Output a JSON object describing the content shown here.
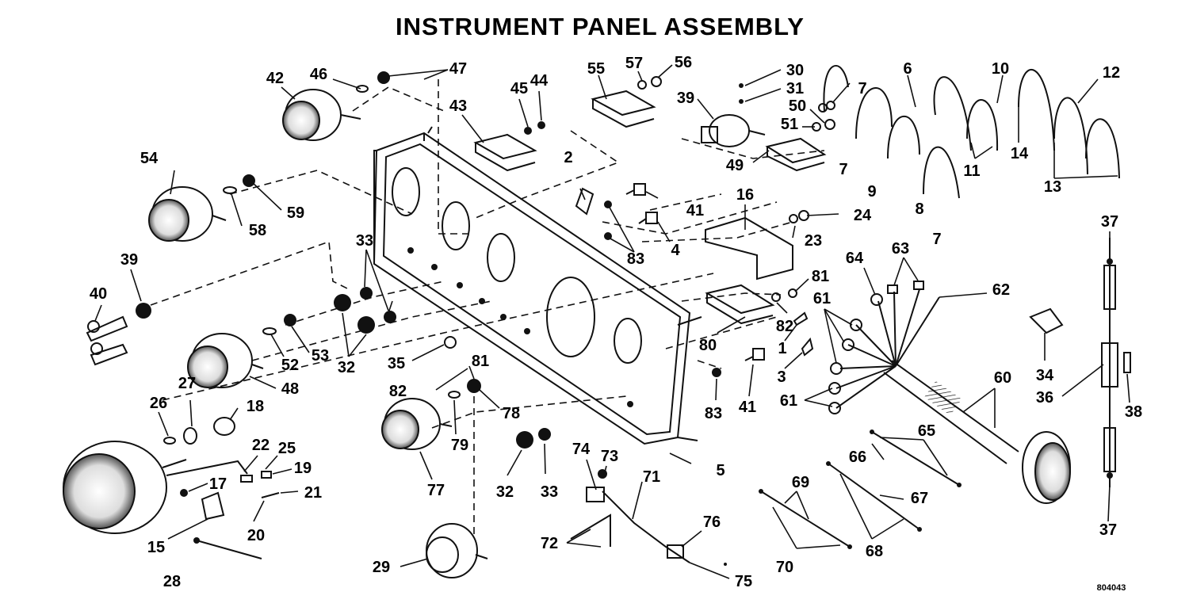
{
  "title": "INSTRUMENT PANEL ASSEMBLY",
  "drawing_code": "804043",
  "colors": {
    "ink": "#111111",
    "background": "#ffffff"
  },
  "callouts": {
    "n1": "1",
    "n2": "2",
    "n3": "3",
    "n4": "4",
    "n5": "5",
    "n6": "6",
    "n7a": "7",
    "n7b": "7",
    "n7c": "7",
    "n8": "8",
    "n9": "9",
    "n10": "10",
    "n11": "11",
    "n12": "12",
    "n13": "13",
    "n14": "14",
    "n15": "15",
    "n16": "16",
    "n17": "17",
    "n18": "18",
    "n19": "19",
    "n20": "20",
    "n21": "21",
    "n22": "22",
    "n23": "23",
    "n24": "24",
    "n25": "25",
    "n26": "26",
    "n27": "27",
    "n28": "28",
    "n29": "29",
    "n30": "30",
    "n31": "31",
    "n32a": "32",
    "n32b": "32",
    "n33a": "33",
    "n33b": "33",
    "n34": "34",
    "n35": "35",
    "n36": "36",
    "n37a": "37",
    "n37b": "37",
    "n38": "38",
    "n39a": "39",
    "n39b": "39",
    "n40": "40",
    "n41a": "41",
    "n41b": "41",
    "n42": "42",
    "n43": "43",
    "n44": "44",
    "n45": "45",
    "n46": "46",
    "n47": "47",
    "n48": "48",
    "n49": "49",
    "n50": "50",
    "n51": "51",
    "n52": "52",
    "n53": "53",
    "n54": "54",
    "n55": "55",
    "n56": "56",
    "n57": "57",
    "n58": "58",
    "n59": "59",
    "n60": "60",
    "n61a": "61",
    "n61b": "61",
    "n62": "62",
    "n63": "63",
    "n64": "64",
    "n65": "65",
    "n66": "66",
    "n67": "67",
    "n68": "68",
    "n69": "69",
    "n70": "70",
    "n71": "71",
    "n72": "72",
    "n73": "73",
    "n74": "74",
    "n75": "75",
    "n76": "76",
    "n77": "77",
    "n78": "78",
    "n79": "79",
    "n80": "80",
    "n81a": "81",
    "n81b": "81",
    "n82a": "82",
    "n82b": "82",
    "n83a": "83",
    "n83b": "83"
  }
}
